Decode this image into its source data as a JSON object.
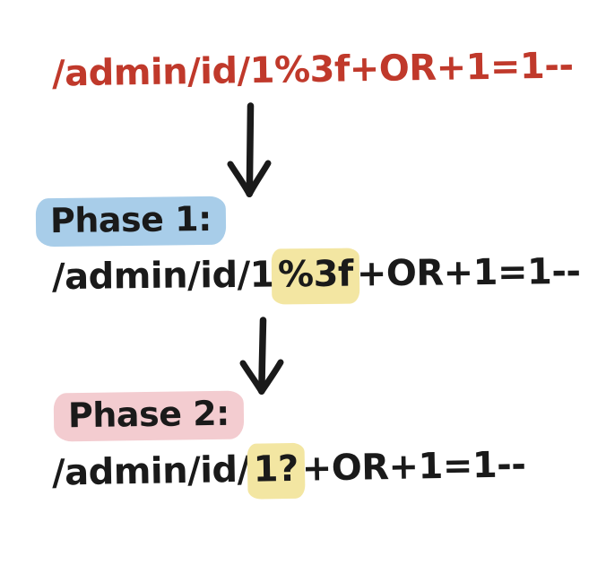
{
  "diagram": {
    "title_text": "/admin/id/1%3f+OR+1=1--",
    "origin": {
      "name": "original-request-url",
      "text": "/admin/id/1%3f+OR+1=1--",
      "color": "#c0392b"
    },
    "arrows": [
      {
        "name": "arrow-origin-to-phase-1",
        "glyph": "down-arrow",
        "color": "#1a1a1a"
      },
      {
        "name": "arrow-phase-1-to-phase-2",
        "glyph": "down-arrow",
        "color": "#1a1a1a"
      }
    ],
    "phases": [
      {
        "id": "phase-1",
        "label": "Phase 1:",
        "label_highlight_color": "#a8cde9",
        "highlight_color": "#f3e6a2",
        "url_segments": [
          {
            "text": "/admin/id/1",
            "highlighted": false
          },
          {
            "text": "%3f",
            "highlighted": true
          },
          {
            "text": "+OR+1=1--",
            "highlighted": false
          }
        ]
      },
      {
        "id": "phase-2",
        "label": "Phase 2:",
        "label_highlight_color": "#f3ccd0",
        "highlight_color": "#f3e6a2",
        "url_segments": [
          {
            "text": "/admin/id/",
            "highlighted": false
          },
          {
            "text": "1?",
            "highlighted": true
          },
          {
            "text": "+OR+1=1--",
            "highlighted": false
          }
        ]
      }
    ]
  }
}
